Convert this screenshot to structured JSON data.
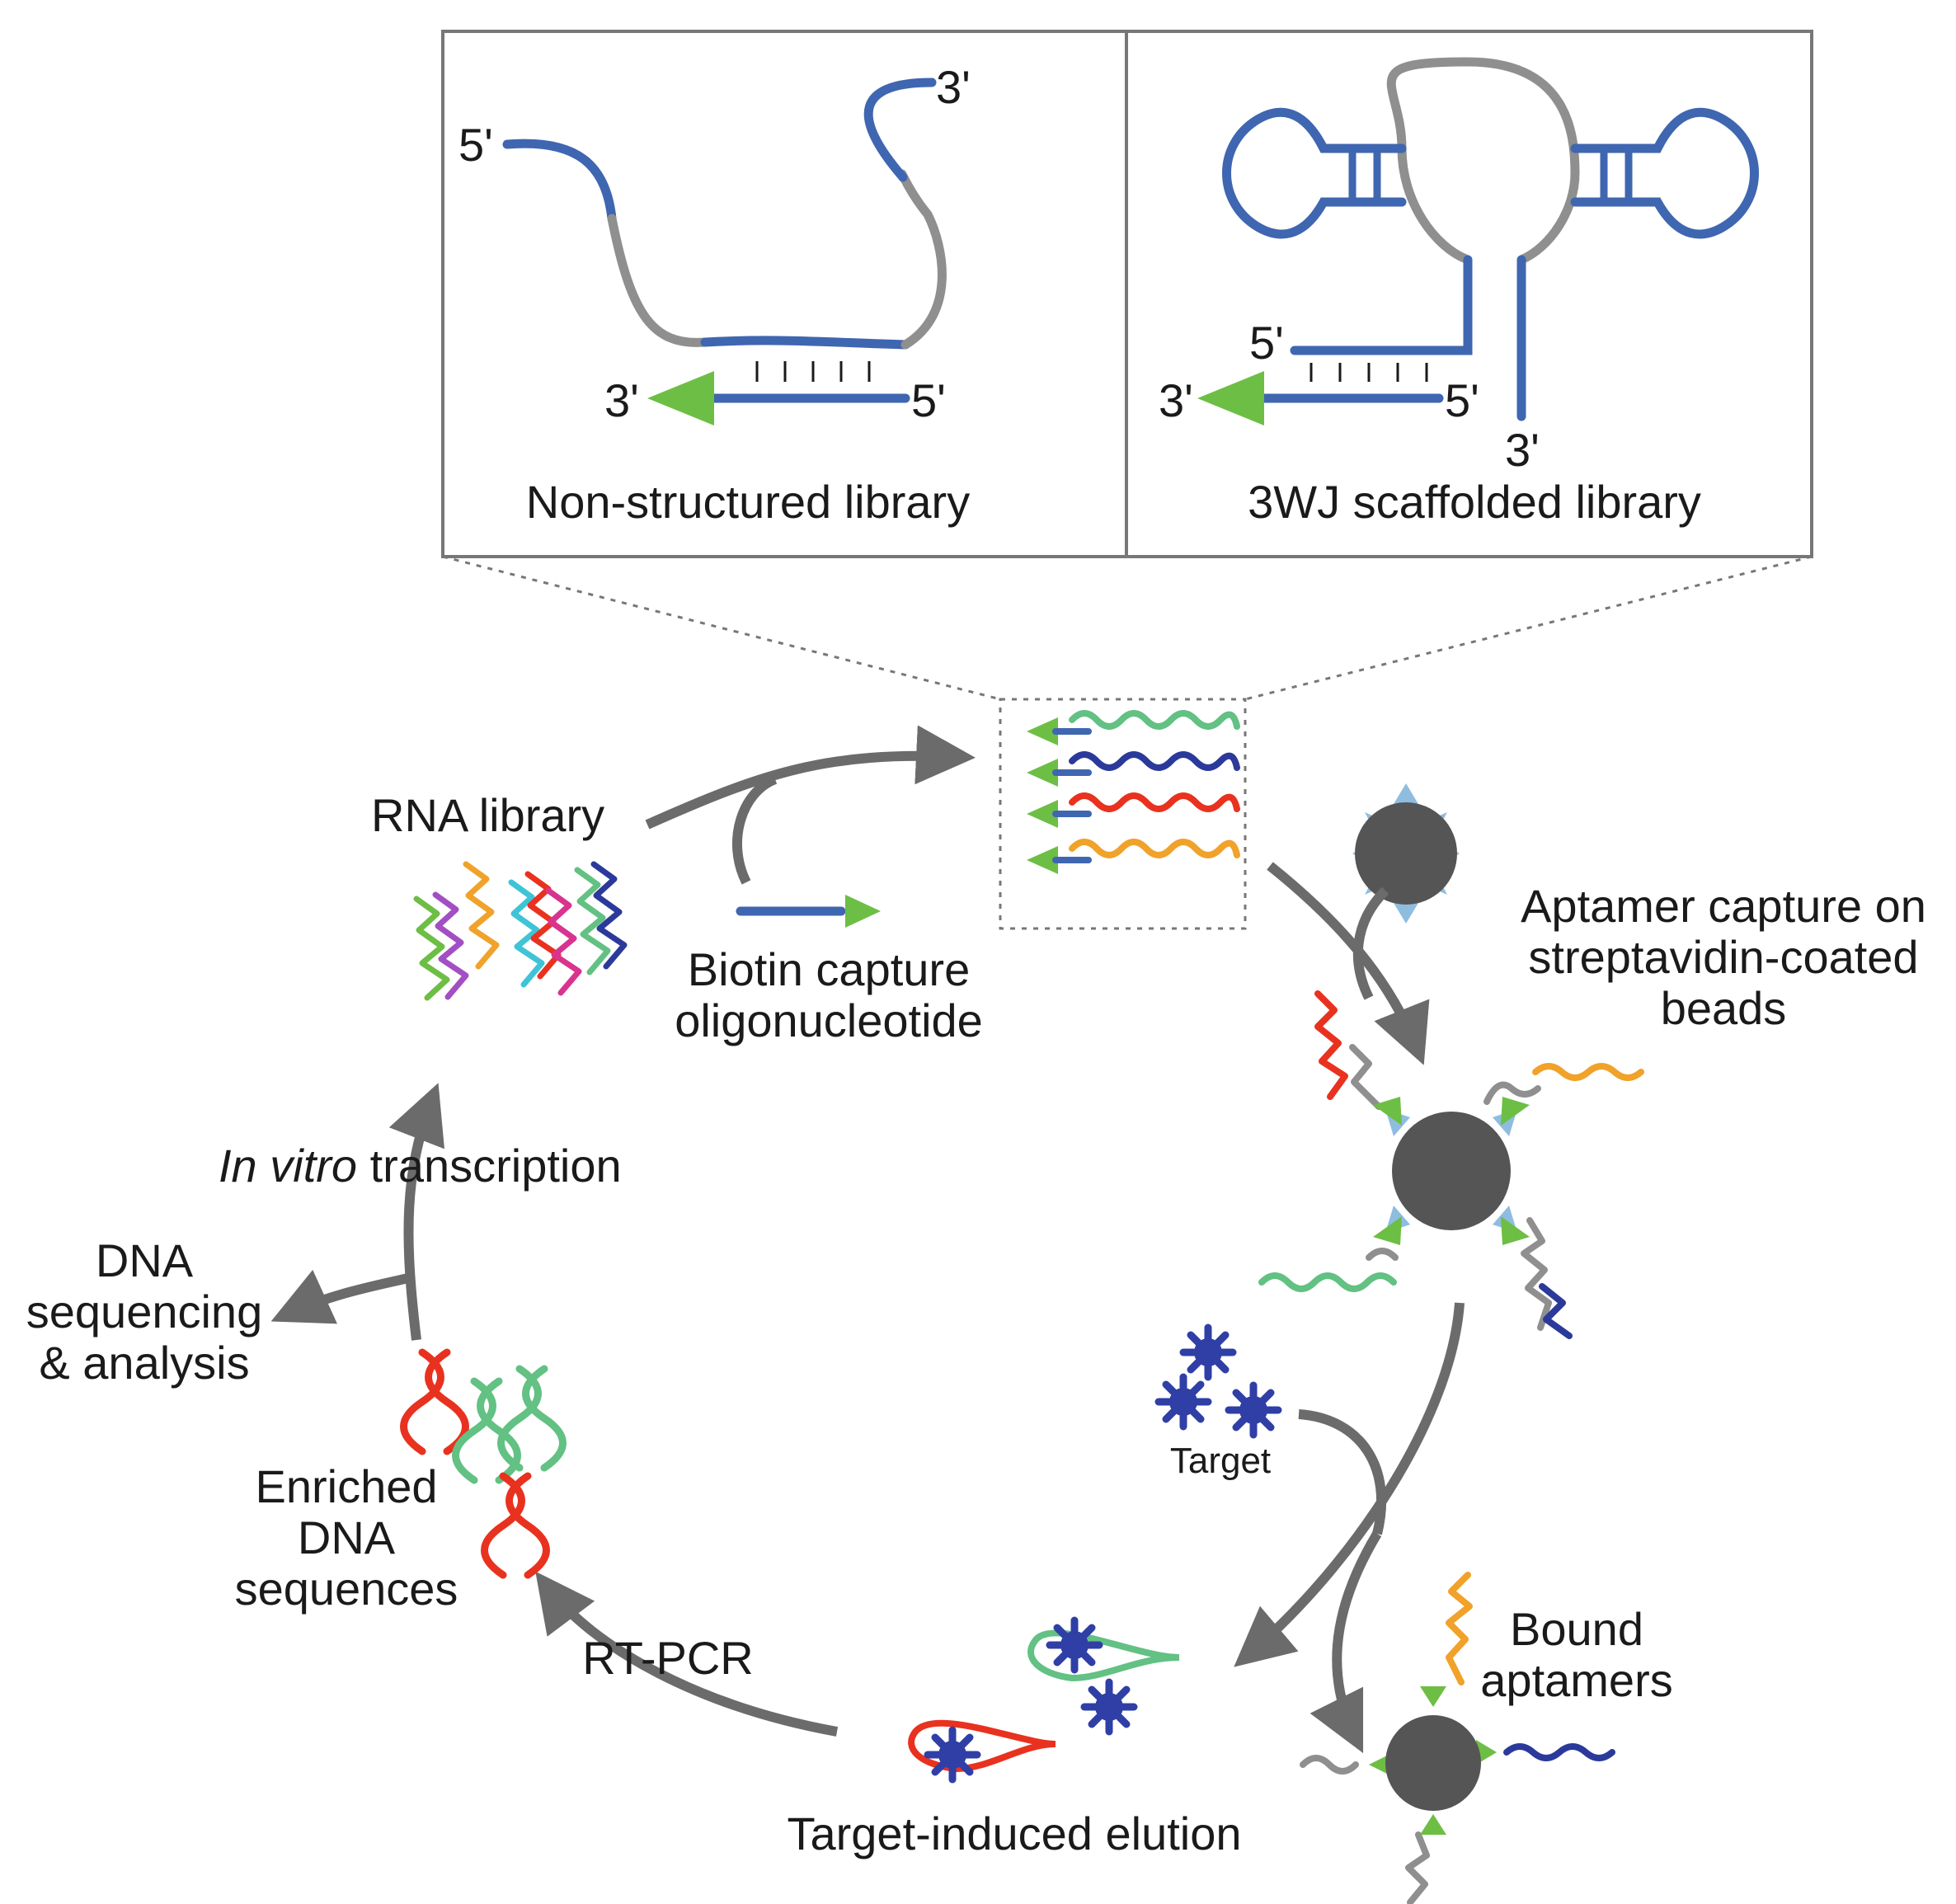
{
  "inset": {
    "left_panel": {
      "title": "Non-structured library",
      "end_5_top": "5'",
      "end_3_top": "3'",
      "end_3_bottom": "3'",
      "end_5_bottom": "5'"
    },
    "right_panel": {
      "title": "3WJ scaffolded library",
      "end_5_upper": "5'",
      "end_3_left": "3'",
      "end_5_right": "5'",
      "end_3_down": "3'"
    }
  },
  "cycle": {
    "rna_library": "RNA library",
    "biotin_line1": "Biotin capture",
    "biotin_line2": "oligonucleotide",
    "capture_line1": "Aptamer capture on",
    "capture_line2": "streptavidin-coated",
    "capture_line3": "beads",
    "target": "Target",
    "bound_line1": "Bound",
    "bound_line2": "aptamers",
    "elution": "Target-induced elution",
    "rtpcr": "RT-PCR",
    "enriched_line1": "Enriched",
    "enriched_line2": "DNA",
    "enriched_line3": "sequences",
    "dna_seq_line1": "DNA",
    "dna_seq_line2": "sequencing",
    "dna_seq_line3": "& analysis",
    "ivt_italic": "In vitro",
    "ivt_rest": " transcription"
  },
  "colors": {
    "blue": "#3f66b0",
    "gray": "#8f8f8f",
    "green": "#6dbe45",
    "red": "#e8321f",
    "orange": "#f0a22a",
    "navy": "#2b3a9a",
    "mint": "#62c183",
    "purple": "#a24fc4",
    "cyan": "#3ec4d6",
    "magenta": "#d8348f",
    "bead": "#555555",
    "star": "#2f3fa6",
    "arrow": "#6b6b6b",
    "frame": "#777777"
  }
}
